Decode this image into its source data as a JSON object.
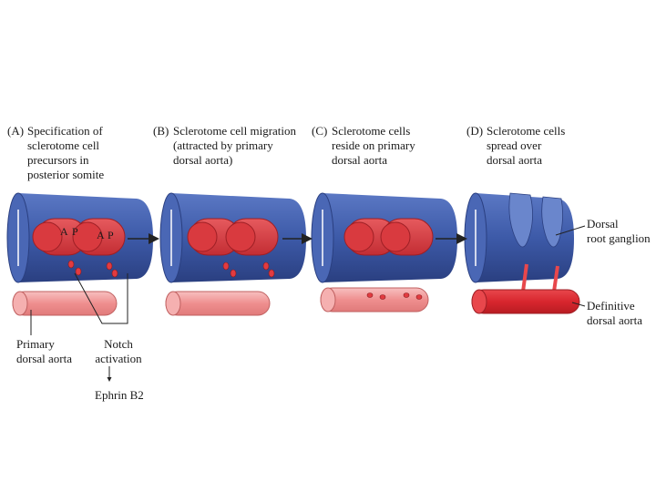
{
  "panels": [
    {
      "letter": "(A)",
      "caption": "Specification of\nsclerotome cell\nprecursors in\nposterior somite"
    },
    {
      "letter": "(B)",
      "caption": "Sclerotome cell migration\n(attracted by primary\ndorsal aorta)"
    },
    {
      "letter": "(C)",
      "caption": "Sclerotome cells\nreside on primary\ndorsal aorta"
    },
    {
      "letter": "(D)",
      "caption": "Sclerotome cells\nspread over\ndorsal aorta"
    }
  ],
  "somite_labels": {
    "anterior": "A",
    "posterior": "P"
  },
  "labels": {
    "primary_dorsal_aorta": "Primary\ndorsal aorta",
    "notch_activation": "Notch\nactivation",
    "ephrin_b2": "Ephrin B2",
    "dorsal_root_ganglion": "Dorsal\nroot ganglion",
    "definitive_dorsal_aorta": "Definitive\ndorsal aorta"
  },
  "colors": {
    "neural_tube": "#3d5aa8",
    "somite": "#d93a3f",
    "primary_aorta": "#f2a0a0",
    "definitive_aorta": "#d8262e",
    "arrow": "#222222"
  }
}
